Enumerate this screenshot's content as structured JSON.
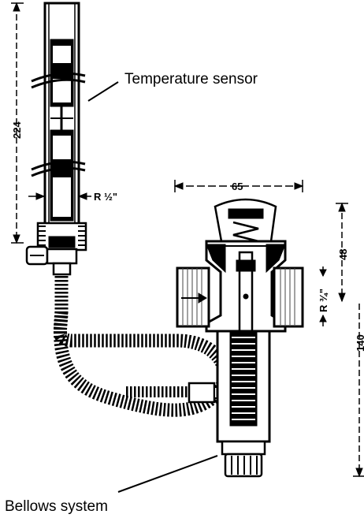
{
  "labels": {
    "temperature_sensor": "Temperature sensor",
    "bellows_system": "Bellows system"
  },
  "dimensions": {
    "sensor_length": "224",
    "sensor_thread": "R ½\"",
    "valve_width": "65",
    "valve_top_height": "48",
    "valve_thread": "R ¾\"",
    "valve_height": "140"
  },
  "colors": {
    "ink": "#000000",
    "paper": "#ffffff"
  }
}
